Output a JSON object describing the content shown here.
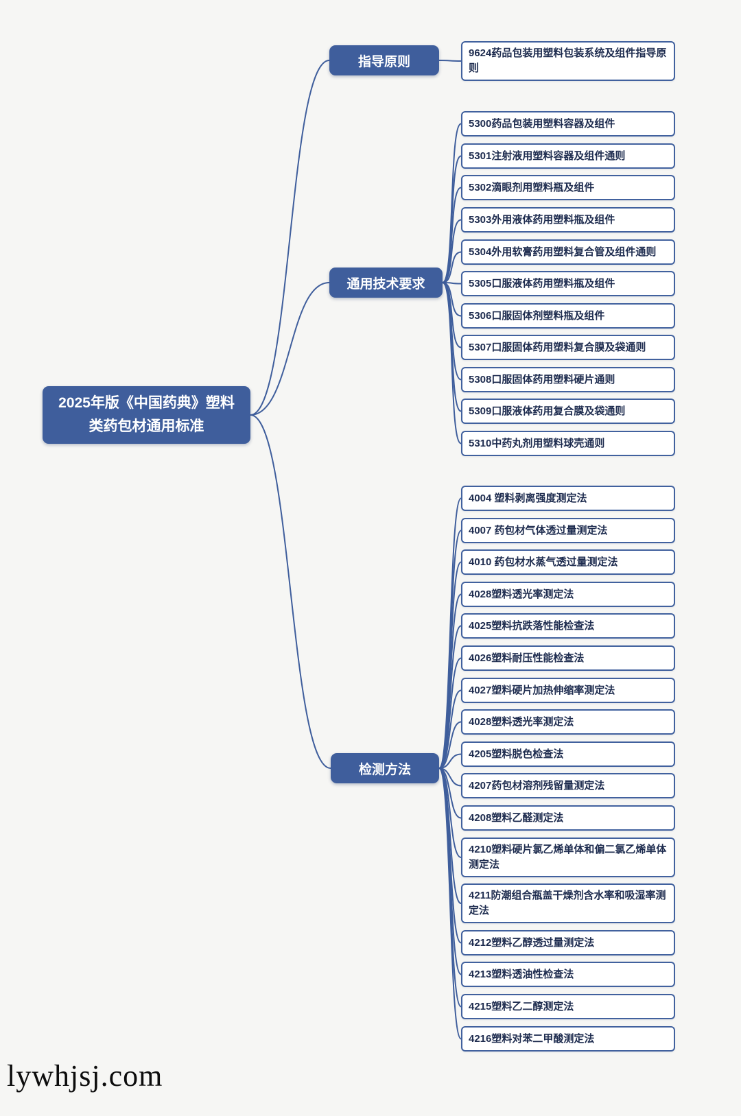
{
  "root": {
    "label": "2025年版《中国药典》塑料类药包材通用标准"
  },
  "branches": [
    {
      "label": "指导原则",
      "children": [
        "9624药品包装用塑料包装系统及组件指导原则"
      ]
    },
    {
      "label": "通用技术要求",
      "children": [
        "5300药品包装用塑料容器及组件",
        "5301注射液用塑料容器及组件通则",
        "5302滴眼剂用塑料瓶及组件",
        "5303外用液体药用塑料瓶及组件",
        "5304外用软膏药用塑料复合管及组件通则",
        "5305口服液体药用塑料瓶及组件",
        "5306口服固体剂塑料瓶及组件",
        "5307口服固体药用塑料复合膜及袋通则",
        "5308口服固体药用塑料硬片通则",
        "5309口服液体药用复合膜及袋通则",
        "5310中药丸剂用塑料球壳通则"
      ]
    },
    {
      "label": "检测方法",
      "children": [
        "4004 塑料剥离强度测定法",
        "4007 药包材气体透过量测定法",
        "4010 药包材水蒸气透过量测定法",
        "4028塑料透光率测定法",
        "4025塑料抗跌落性能检查法",
        "4026塑料耐压性能检查法",
        "4027塑料硬片加热伸缩率测定法",
        "4028塑料透光率测定法",
        "4205塑料脱色检查法",
        "4207药包材溶剂残留量测定法",
        "4208塑料乙醛测定法",
        "4210塑料硬片氯乙烯单体和偏二氯乙烯单体测定法",
        "4211防潮组合瓶盖干燥剂含水率和吸湿率测定法",
        "4212塑料乙醇透过量测定法",
        "4213塑料透油性检查法",
        "4215塑料乙二醇测定法",
        "4216塑料对苯二甲酸测定法"
      ]
    }
  ],
  "watermark": "lywhjsj.com",
  "colors": {
    "accent": "#3f5e9c",
    "leaf_border": "#41619e",
    "leaf_text": "#1e2c4f",
    "background": "#f6f6f4",
    "node_text": "#ffffff"
  }
}
